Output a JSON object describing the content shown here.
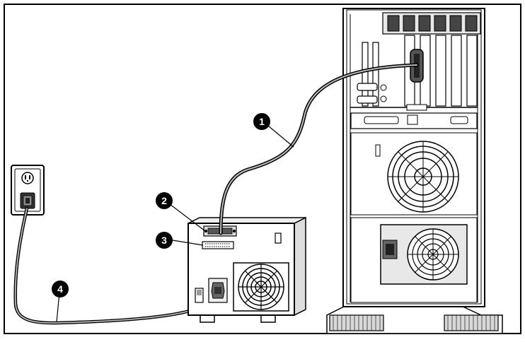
{
  "callouts": [
    {
      "label": "1"
    },
    {
      "label": "2"
    },
    {
      "label": "3"
    },
    {
      "label": "4"
    }
  ],
  "colors": {
    "line": "#000000",
    "background": "#ffffff",
    "callout_fill": "#000000",
    "callout_text": "#ffffff",
    "panel_grey": "#e8e8e8",
    "dark_grey": "#4a4a4a"
  },
  "icons": [
    "wall-outlet-icon",
    "power-plug-icon",
    "server-tower-icon",
    "external-storage-enclosure-icon",
    "fan-icon",
    "scsi-cable-icon",
    "power-cord-icon"
  ]
}
